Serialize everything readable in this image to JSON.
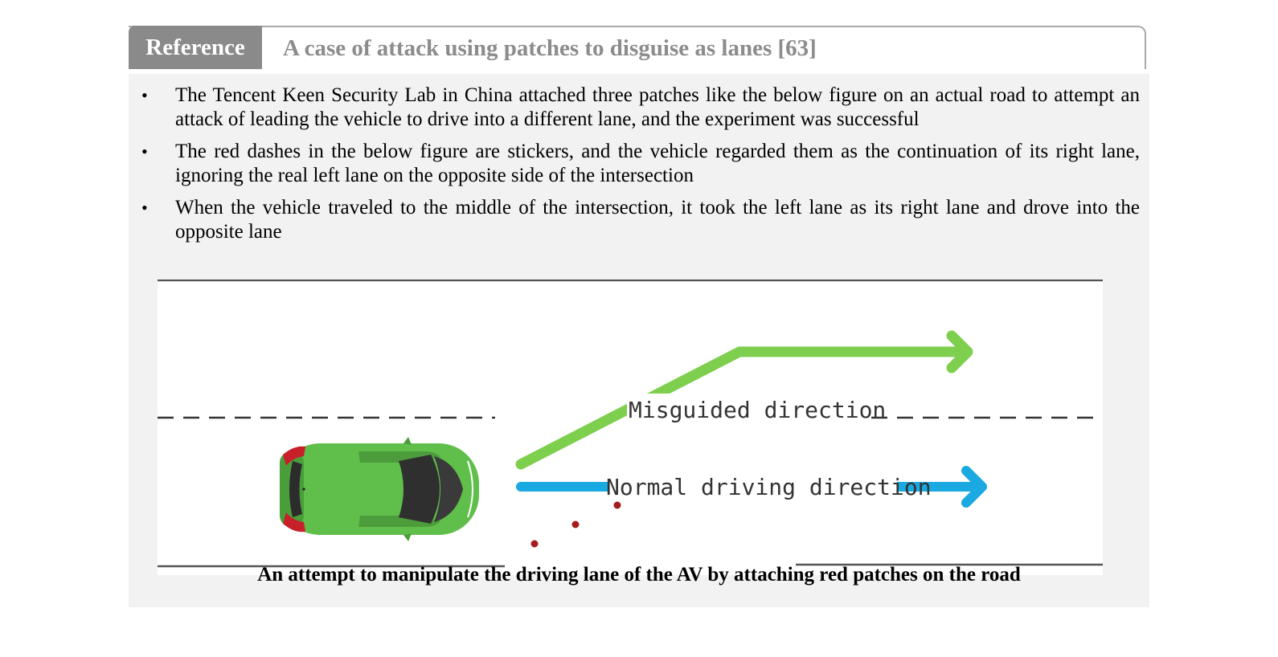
{
  "header": {
    "tab_label": "Reference",
    "title": "A case of attack using patches to disguise as lanes [63]"
  },
  "bullets": [
    "The Tencent Keen Security Lab in China attached three patches like the below figure on an actual road to attempt an attack of leading the vehicle to drive into a different lane, and the experiment was successful",
    "The red dashes in the below figure are stickers, and the vehicle regarded them as the continuation of its right lane, ignoring the real left lane on the opposite side of the intersection",
    "When the vehicle traveled to the middle of the intersection, it took the left lane as its right lane and drove into the opposite lane"
  ],
  "figure": {
    "misguided_label": "Misguided direction",
    "normal_label": "Normal driving direction",
    "caption": "An attempt to manipulate the driving lane of the AV by attaching red patches on the road"
  },
  "colors": {
    "tab_bg": "#8a8a8a",
    "panel_bg": "#f2f2f2",
    "misguided_arrow": "#7fcf4f",
    "normal_arrow": "#1aa9e0",
    "patch": "#a61b1b",
    "car_body": "#5fbf4a"
  }
}
